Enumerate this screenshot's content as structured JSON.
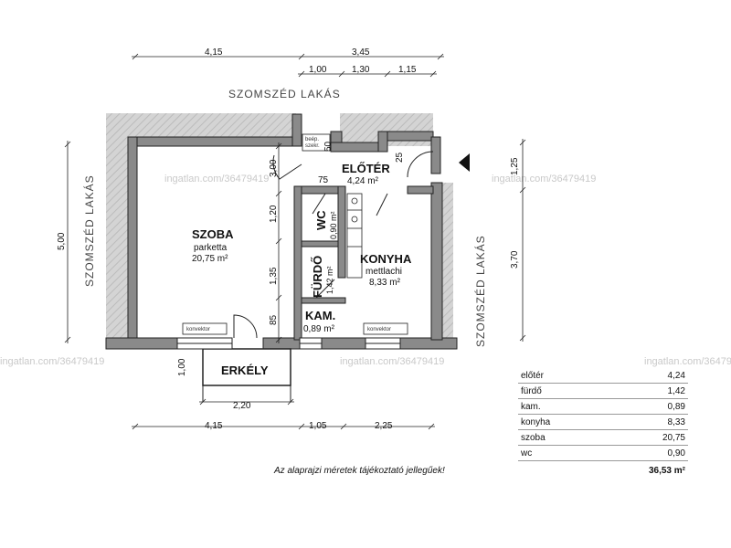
{
  "watermark": "ingatlan.com/36479419",
  "neighbors": {
    "top": "SZOMSZÉD LAKÁS",
    "left": "SZOMSZÉD LAKÁS",
    "right": "SZOMSZÉD LAKÁS"
  },
  "rooms": {
    "szoba": {
      "name": "SZOBA",
      "floor": "parketta",
      "area": "20,75 m²"
    },
    "eloter": {
      "name": "ELŐTÉR",
      "area": "4,24 m²"
    },
    "wc": {
      "name": "WC",
      "area": "0,90 m²"
    },
    "konyha": {
      "name": "KONYHA",
      "floor": "mettlachi",
      "area": "8,33 m²"
    },
    "furdo": {
      "name": "FÜRDŐ",
      "area": "1,42 m²"
    },
    "kam": {
      "name": "KAM.",
      "area": "0,89 m²"
    },
    "erkely": {
      "name": "ERKÉLY"
    }
  },
  "fixtures": {
    "konvektor": "konvektor",
    "beep_line1": "beép.",
    "beep_line2": "szekr."
  },
  "dimensions": {
    "top_outer": [
      "4,15",
      "3,45"
    ],
    "top_inner": [
      "1,00",
      "1,30",
      "1,15"
    ],
    "bottom_outer": [
      "4,15",
      "1,05",
      "2,25"
    ],
    "balcony_width": "2,20",
    "balcony_depth": "1,00",
    "left_height": "5,00",
    "right_upper": "1,25",
    "right_lower": "3,70",
    "inner_vertical": [
      "3,00",
      "1,20",
      "1,35",
      "85"
    ],
    "small": [
      "50",
      "75",
      "25"
    ]
  },
  "area_table": {
    "rows": [
      {
        "label": "előtér",
        "value": "4,24"
      },
      {
        "label": "fürdő",
        "value": "1,42"
      },
      {
        "label": "kam.",
        "value": "0,89"
      },
      {
        "label": "konyha",
        "value": "8,33"
      },
      {
        "label": "szoba",
        "value": "20,75"
      },
      {
        "label": "wc",
        "value": "0,90"
      }
    ],
    "total": "36,53 m²"
  },
  "note": "Az alaprajzi méretek tájékoztató jellegűek!"
}
